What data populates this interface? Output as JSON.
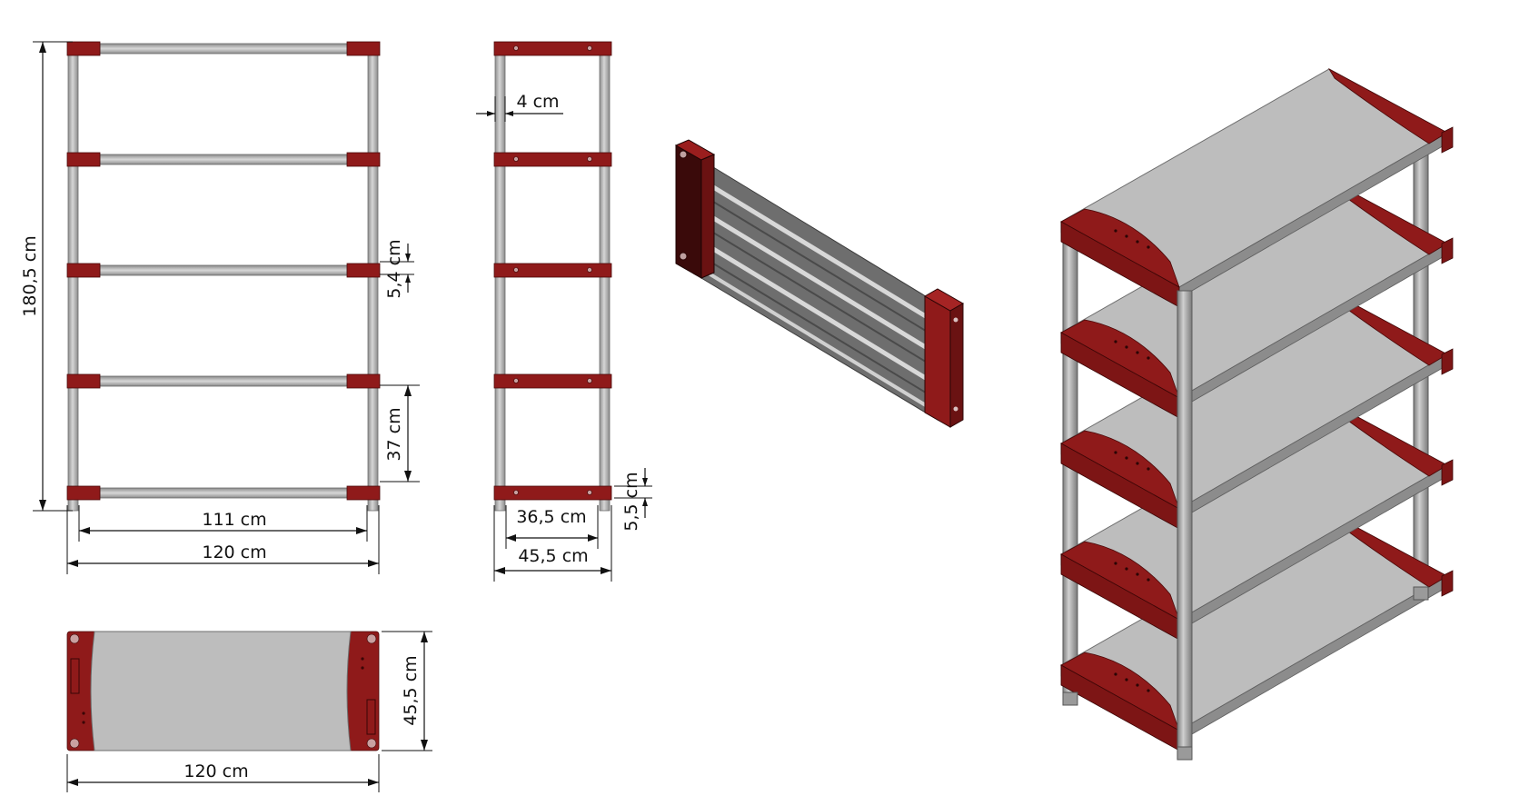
{
  "labels": {
    "height_total": "180,5 cm",
    "bar_thickness": "5,4 cm",
    "shelf_gap": "37 cm",
    "inner_width": "111 cm",
    "outer_width": "120 cm",
    "pole_width": "4 cm",
    "inner_depth": "36,5 cm",
    "outer_depth": "45,5 cm",
    "side_thickness": "5,5 cm",
    "top_depth": "45,5 cm",
    "top_width": "120 cm"
  },
  "shelf_count": 5,
  "colors": {
    "frame_red": "#8f1a1a",
    "pole_grey": "#b4b4b4",
    "panel_grey": "#bdbdbd",
    "dimension_black": "#111111"
  }
}
